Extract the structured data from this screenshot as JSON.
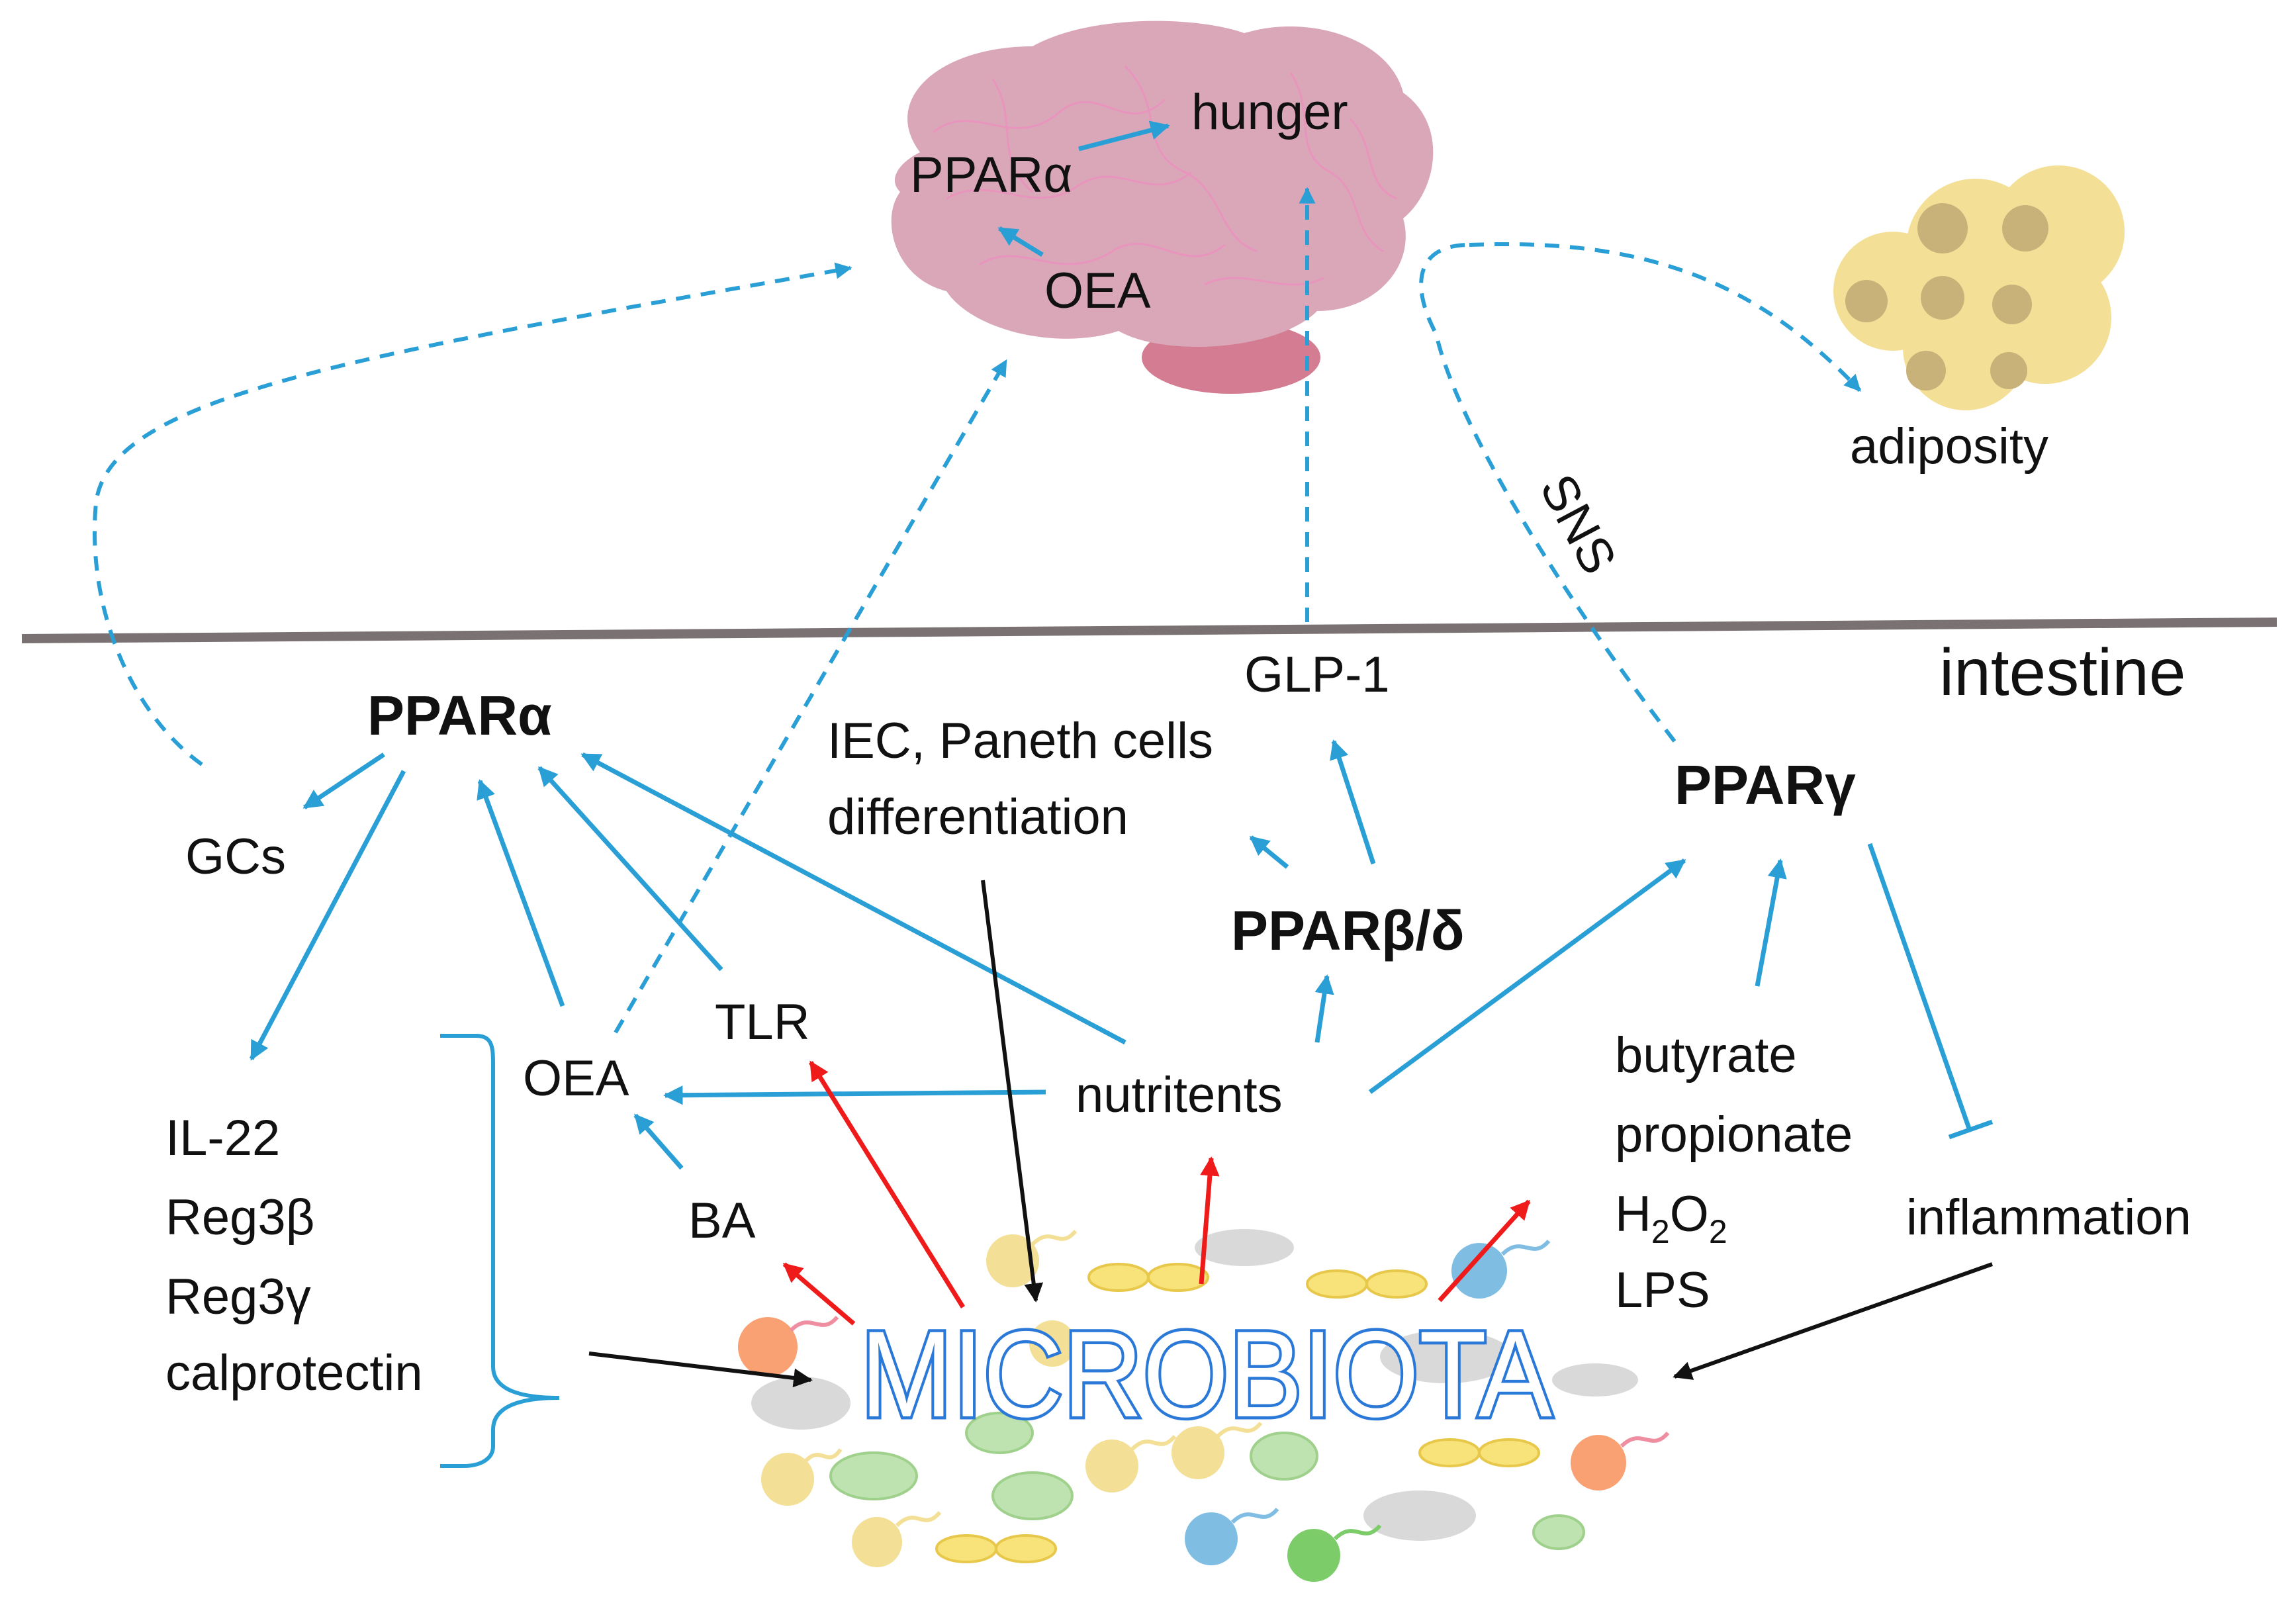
{
  "labels": {
    "brain_ppara": "PPARα",
    "hunger": "hunger",
    "brain_oea": "OEA",
    "adiposity": "adiposity",
    "sns": "SNS",
    "intestine": "intestine",
    "glp1": "GLP-1",
    "ppara": "PPARα",
    "iec_line1": "IEC, Paneth cells",
    "iec_line2": "differentiation",
    "ppary": "PPARγ",
    "gcs": "GCs",
    "pparbd": "PPARβ/δ",
    "tlr": "TLR",
    "oea": "OEA",
    "nutrients": "nutritents",
    "il22": "IL-22",
    "reg3b": "Reg3β",
    "reg3g": "Reg3γ",
    "calprotectin": "calprotectin",
    "ba": "BA",
    "butyrate": "butyrate",
    "propionate": "propionate",
    "h2o2_h": "H",
    "h2o2_2a": "2",
    "h2o2_o": "O",
    "h2o2_2b": "2",
    "lps": "LPS",
    "inflammation": "inflammation",
    "microbiota": "MICROBIOTA"
  },
  "colors": {
    "activation_arrow": "#2a9fd6",
    "microbial_output_arrow": "#ef1b1b",
    "effect_on_microbiota_arrow": "#111111",
    "brain": "#d9a7b8",
    "brain_veins": "#f08cc0",
    "adipose": "#f3df96",
    "divider": "#7a7272",
    "microbiota_outline": "#2a78d8"
  },
  "icons": [
    "brain-illustration",
    "adipose-tissue-illustration",
    "bacteria-cluster-illustration"
  ]
}
